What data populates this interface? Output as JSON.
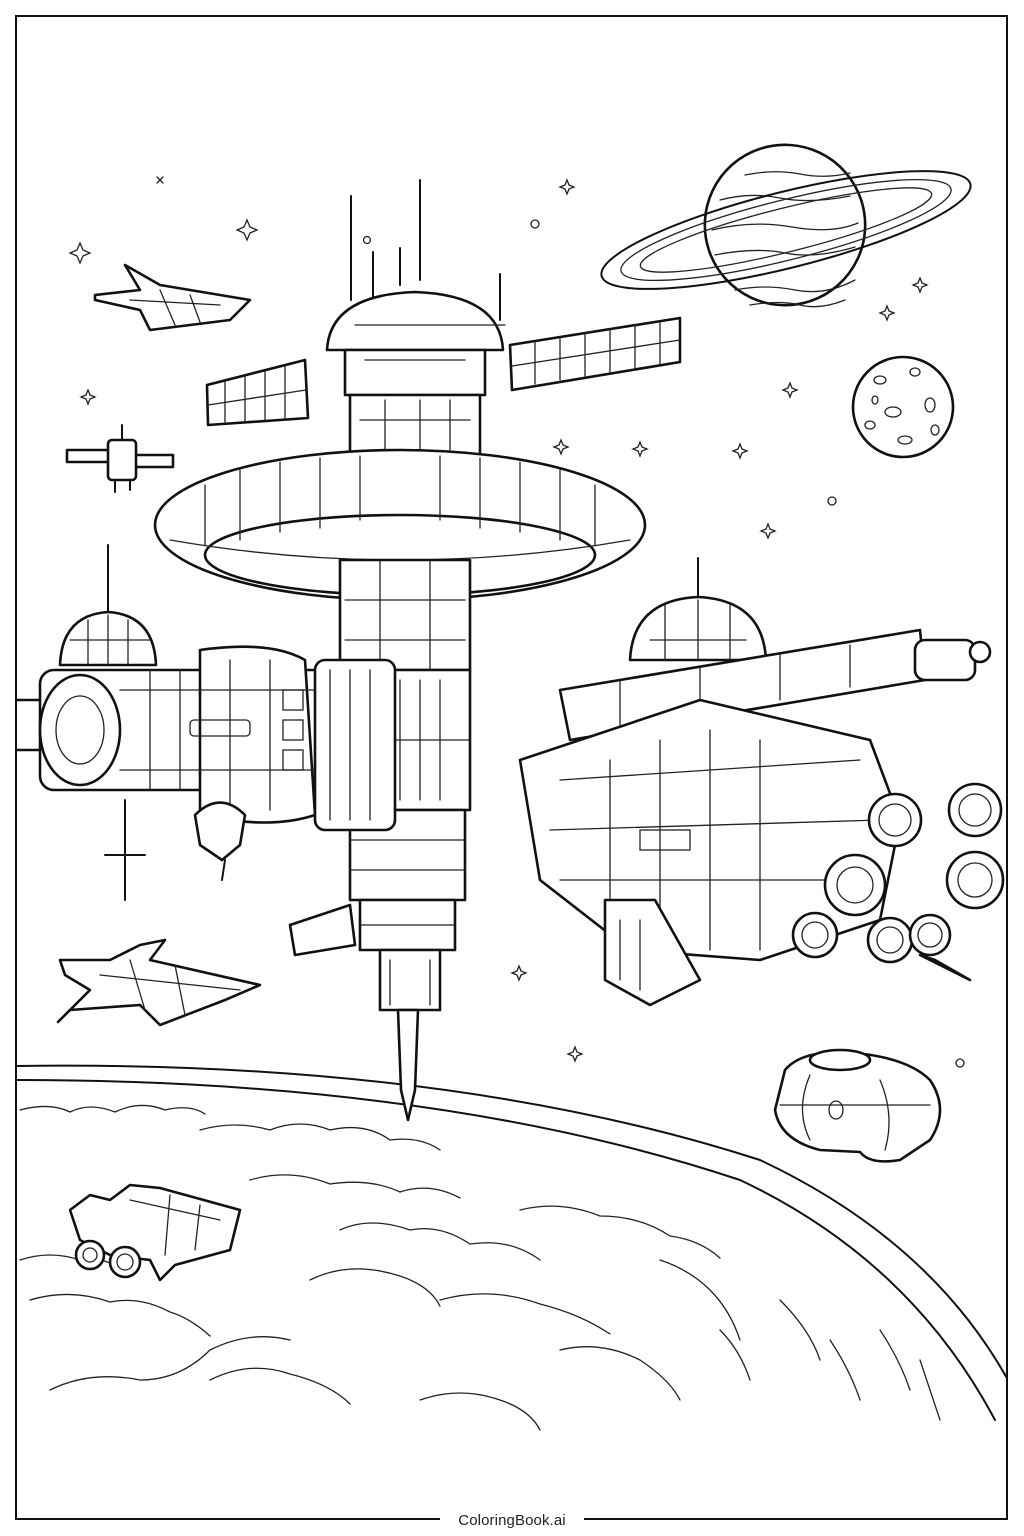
{
  "page": {
    "type": "coloring-page",
    "subject": "space station with docked battleship orbiting a planet",
    "background_color": "#ffffff",
    "line_color": "#111111"
  },
  "illustration": {
    "elements": [
      {
        "name": "central-space-station",
        "description": "tower with antennas, dome top, solar panel wings, large ring"
      },
      {
        "name": "docked-battleship",
        "description": "heavy cruiser with long cannon and six engine thrusters"
      },
      {
        "name": "left-habitat-module",
        "description": "cylindrical module with dome and spire"
      },
      {
        "name": "ringed-planet",
        "description": "banded gas giant with rings, top right"
      },
      {
        "name": "cratered-moon",
        "description": "small moon below ringed planet"
      },
      {
        "name": "planet-surface",
        "description": "large curved planet with clouds, bottom"
      },
      {
        "name": "fighter-ship-top-left"
      },
      {
        "name": "small-satellite-left"
      },
      {
        "name": "fighter-ship-mid-left"
      },
      {
        "name": "shuttle-bottom-left"
      },
      {
        "name": "escape-pod-right"
      },
      {
        "name": "stars"
      }
    ]
  },
  "footer": {
    "brand": "ColoringBook.ai"
  }
}
